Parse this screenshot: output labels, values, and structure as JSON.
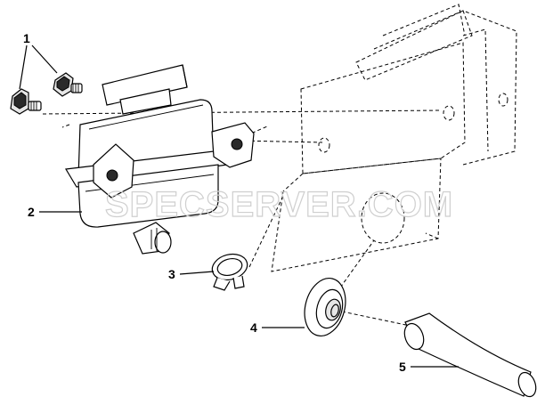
{
  "callouts": {
    "c1": "1",
    "c2": "2",
    "c3": "3",
    "c4": "4",
    "c5": "5"
  },
  "watermark": "SPECSERVER.COM"
}
